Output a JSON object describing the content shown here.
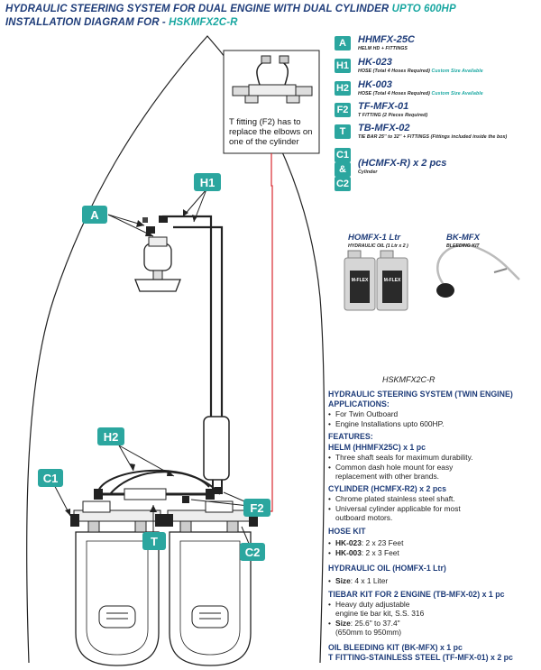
{
  "header": {
    "line1_main": "HYDRAULIC STEERING SYSTEM  FOR DUAL ENGINE WITH DUAL CYLINDER ",
    "line1_accent": "UPTO 600HP",
    "line2_main": "INSTALLATION DIAGRAM FOR - ",
    "line2_accent": "HSKMFX2C-R"
  },
  "callout": {
    "text": "T fitting (F2) has to replace the elbows on one of the cylinder"
  },
  "diagram_labels": {
    "A": "A",
    "H1": "H1",
    "H2": "H2",
    "C1": "C1",
    "C2": "C2",
    "T": "T",
    "F2": "F2"
  },
  "legend": [
    {
      "badge": "A",
      "code": "HHMFX-25C",
      "desc": "HELM HD + FITTINGS",
      "desc_accent": ""
    },
    {
      "badge": "H1",
      "code": "HK-023",
      "desc": "HOSE (Total 4 Hoses Required) ",
      "desc_accent": "Custom Size Available"
    },
    {
      "badge": "H2",
      "code": "HK-003",
      "desc": "HOSE (Total 4 Hoses Required) ",
      "desc_accent": "Custom Size Available"
    },
    {
      "badge": "F2",
      "code": "TF-MFX-01",
      "desc": "T  FITTING (2 Pieces Required)",
      "desc_accent": ""
    },
    {
      "badge": "T",
      "code": "TB-MFX-02",
      "desc": "TIE BAR 25'' to 32''  + FITTINGS (Fittings included inside the box)",
      "desc_accent": ""
    }
  ],
  "legend_cyl": {
    "badge_top": "C1",
    "badge_mid": "&",
    "badge_bot": "C2",
    "code": "(HCMFX-R) x 2 pcs",
    "desc": "Cylinder"
  },
  "products": {
    "oil_code": "HOMFX-1 Ltr",
    "oil_desc": "HYDRAULIC OIL (1 Ltr x 2 )",
    "bleed_code": "BK-MFX",
    "bleed_desc": "BLEEDING KIT",
    "bottle_label": "M-FLEX"
  },
  "spec": {
    "sku": "HSKMFX2C-R",
    "title": "HYDRAULIC STEERING SYSTEM (TWIN ENGINE)",
    "apps_h": "APPLICATIONS:",
    "app1": "For Twin Outboard",
    "app2": "Engine Installations upto 600HP.",
    "feat_h": "FEATURES:",
    "helm_h": "HELM (HHMFX25C) x 1 pc",
    "helm1": "Three shaft seals for maximum durability.",
    "helm2a": "Common dash hole mount for easy",
    "helm2b": "replacement with other brands.",
    "cyl_h": "CYLINDER (HCMFX-R2) x 2 pcs",
    "cyl1": "Chrome plated stainless steel shaft.",
    "cyl2a": "Universal cylinder applicable for most",
    "cyl2b": "outboard motors.",
    "hose_h": "HOSE KIT",
    "hose1k": "HK-023",
    "hose1v": ": 2 x 23 Feet",
    "hose2k": "HK-003",
    "hose2v": ": 2 x 3 Feet",
    "oil_h": "HYDRAULIC OIL (HOMFX-1 Ltr)",
    "oil1k": "Size",
    "oil1v": ": 4 x 1 Liter",
    "tie_h": "TIEBAR KIT FOR 2 ENGINE (TB-MFX-02) x 1 pc",
    "tie1a": "Heavy duty adjustable",
    "tie1b": "engine tie bar kit, S.S. 316",
    "tie2k": "Size",
    "tie2v": ": 25.6\" to 37.4\"",
    "tie2b": "(650mm to 950mm)",
    "bleed_h": "OIL BLEEDING KIT (BK-MFX) x 1 pc",
    "tfit_h": "T FITTING-STAINLESS STEEL (TF-MFX-01) x 2 pc"
  },
  "colors": {
    "navy": "#1f3d7a",
    "teal": "#2ba69f",
    "accent": "#19a7a1",
    "red_line": "#d9282f"
  }
}
